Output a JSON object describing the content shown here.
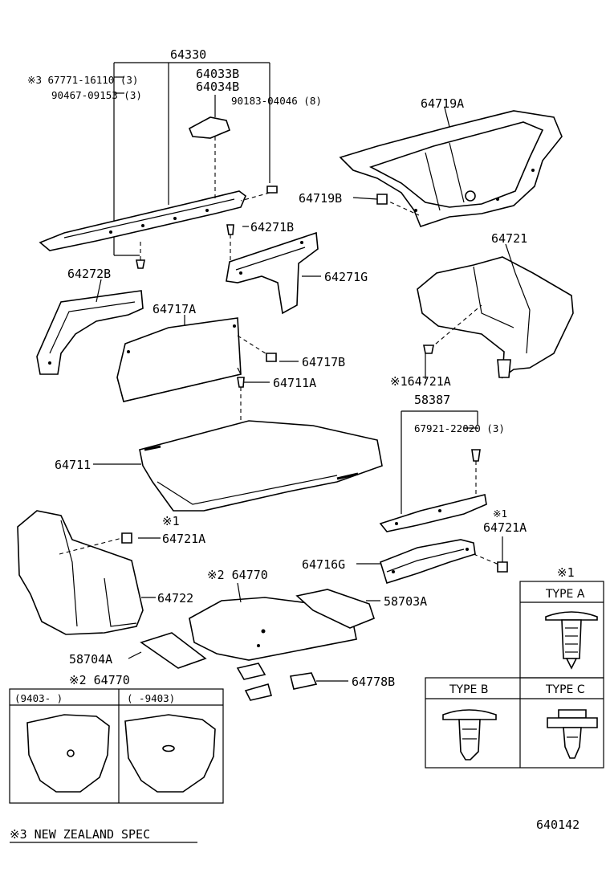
{
  "labels": {
    "p64330": "64330",
    "p64033b": "64033B",
    "p64034b": "64034B",
    "n67771": "※3 67771-16110 (3)",
    "n90467": "90467-09153 (3)",
    "n90183": "90183-04046 (8)",
    "p64719a": "64719A",
    "p64719b": "64719B",
    "p64271b": "64271B",
    "p64271g": "64271G",
    "p64272b": "64272B",
    "p64721": "64721",
    "p64717a": "64717A",
    "p64717b": "64717B",
    "p64711a": "64711A",
    "p164721a": "※164721A",
    "p58387": "58387",
    "n67921": "67921-22020 (3)",
    "p64711": "64711",
    "mark1a": "※1",
    "p64721a_l": "64721A",
    "mark1b": "※1",
    "p64721a_r": "64721A",
    "p64716g": "64716G",
    "p64770": "※2 64770",
    "p58703a": "58703A",
    "p64722": "64722",
    "p58704a": "58704A",
    "p64778b": "64778B"
  },
  "variant_panel": {
    "title": "※2 64770",
    "col_left": "(9403-      )",
    "col_right": "(      -9403)"
  },
  "clip_table": {
    "title": "※1",
    "type_a": "TYPE A",
    "type_b": "TYPE B",
    "type_c": "TYPE C"
  },
  "footer": {
    "note": "※3 NEW ZEALAND SPEC",
    "diagram_id": "640142"
  }
}
